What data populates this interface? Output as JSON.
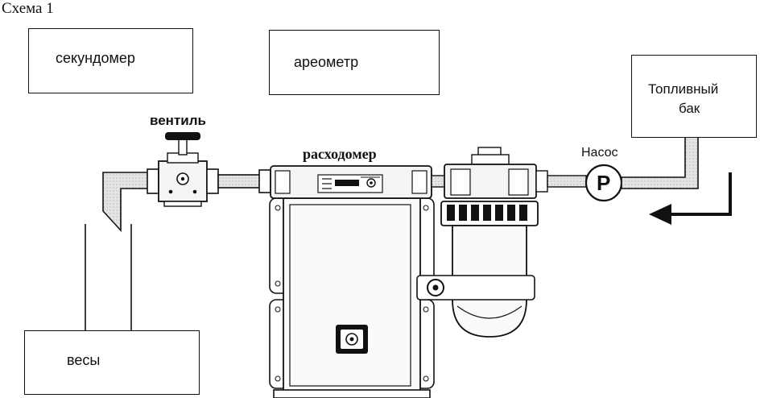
{
  "title": "Схема 1",
  "boxes": {
    "stopwatch": "секундомер",
    "hydrometer": "ареометр",
    "fuel_tank_line1": "Топливный",
    "fuel_tank_line2": "бак",
    "scales": "весы"
  },
  "labels": {
    "valve": "вентиль",
    "flowmeter": "расходомер",
    "pump": "Насос",
    "pump_symbol": "P"
  },
  "colors": {
    "line": "#111111",
    "pipe_fill": "#d9d9d9",
    "body_fill": "#f2f2f2"
  }
}
